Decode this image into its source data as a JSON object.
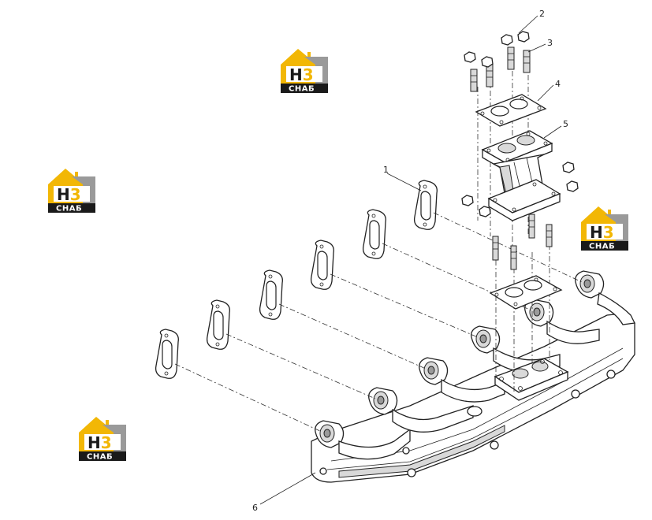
{
  "diagram": {
    "callouts": [
      {
        "id": "c1",
        "label": "1"
      },
      {
        "id": "c2",
        "label": "2"
      },
      {
        "id": "c3",
        "label": "3"
      },
      {
        "id": "c4",
        "label": "4"
      },
      {
        "id": "c5",
        "label": "5"
      },
      {
        "id": "c6",
        "label": "6"
      }
    ]
  },
  "watermark": {
    "brand_text": "СНАБ",
    "logo_letters": "H3",
    "colors": {
      "accent": "#f2b705",
      "dark": "#1a1a1a",
      "grey": "#9a9a9a"
    }
  }
}
